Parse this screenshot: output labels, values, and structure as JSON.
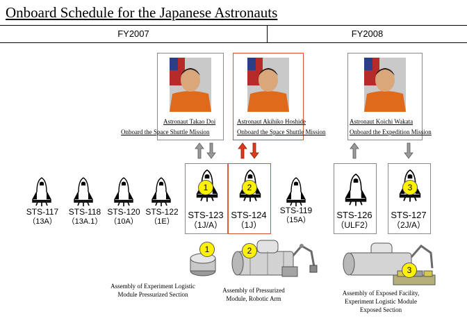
{
  "title": "Onboard Schedule for the Japanese Astronauts",
  "fiscal_years": [
    "FY2007",
    "FY2008"
  ],
  "astronauts": [
    {
      "line1": "Astronaut Takao Doi",
      "line2": "Onboard the Space Shuttle Mission"
    },
    {
      "line1": "Astronaut Akihiko Hoshide",
      "line2": "Onboard the Space Shuttle Mission"
    },
    {
      "line1": "Astronaut Koichi Wakata",
      "line2": "Onboard the Expedition Mission"
    }
  ],
  "missions": [
    {
      "name": "STS-117",
      "flight": "（13A）"
    },
    {
      "name": "STS-118",
      "flight": "（13A.1）"
    },
    {
      "name": "STS-120",
      "flight": "（10A）"
    },
    {
      "name": "STS-122",
      "flight": "（1E）"
    },
    {
      "name": "STS-123",
      "flight": "（1J/A）",
      "badge": "1"
    },
    {
      "name": "STS-124",
      "flight": "（1J）",
      "badge": "2"
    },
    {
      "name": "STS-119",
      "flight": "（15A）"
    },
    {
      "name": "STS-126",
      "flight": "（ULF2）"
    },
    {
      "name": "STS-127",
      "flight": "（2J/A）",
      "badge": "3"
    }
  ],
  "assemblies": [
    {
      "badge": "1",
      "line1": "Assembly of Experiment Logistic",
      "line2": "Module Pressurized Section"
    },
    {
      "badge": "2",
      "line1": "Assembly of Pressurized",
      "line2": "Module, Robotic Arm"
    },
    {
      "badge": "3",
      "line1": "Assembly of Exposed Facility,",
      "line2": "Experiment Logistic Module",
      "line3": "Exposed Section"
    }
  ],
  "colors": {
    "highlight": "#d8512c",
    "badge": "#fff200",
    "arrow_gray": "#9a9a9a",
    "arrow_red": "#e03a1a"
  }
}
